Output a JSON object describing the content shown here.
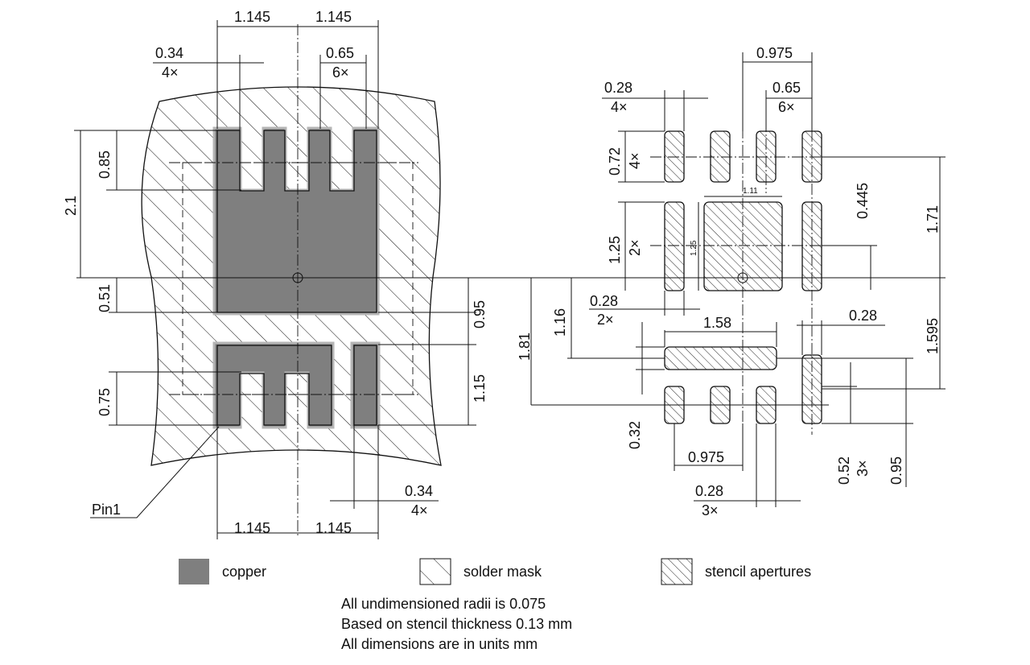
{
  "left_view": {
    "top_pitch_1": "1.145",
    "top_pitch_2": "1.145",
    "slot_width": "0.34",
    "slot_width_count": "4×",
    "slot_pitch": "0.65",
    "slot_pitch_count": "6×",
    "slot_depth": "0.85",
    "upper_height": "2.1",
    "center_offset": "0.51",
    "gap_height": "0.95",
    "lower_height": "1.15",
    "lower_slot_depth": "0.75",
    "pin1_label": "Pin1",
    "bottom_width": "0.34",
    "bottom_width_count": "4×",
    "bottom_pitch_1": "1.145",
    "bottom_pitch_2": "1.145"
  },
  "right_view": {
    "top_span": "0.975",
    "pad_width": "0.28",
    "pad_width_count": "4×",
    "pad_pitch": "0.65",
    "pad_pitch_count": "6×",
    "pad_height": "0.72",
    "pad_height_count": "4×",
    "center_pad_width": "1.11",
    "center_pad_height": "1.25",
    "offset_445": "0.445",
    "height_171": "1.71",
    "side_pad_height": "1.25",
    "side_pad_count": "2×",
    "side_pad_width": "0.28",
    "side_pad_width_count": "2×",
    "bar_length": "1.58",
    "right_pad_width": "0.28",
    "height_181": "1.81",
    "height_116": "1.16",
    "height_1595": "1.595",
    "bar_height": "0.32",
    "bottom_span": "0.975",
    "small_pad_height": "0.52",
    "small_pad_count": "3×",
    "dim_095": "0.95",
    "bottom_pad_width": "0.28",
    "bottom_pad_count": "3×"
  },
  "legend": {
    "copper": "copper",
    "solder_mask": "solder mask",
    "stencil": "stencil apertures"
  },
  "notes": {
    "line1": "All undimensioned radii is 0.075",
    "line2": "Based on stencil thickness 0.13 mm",
    "line3": "All dimensions are in units mm"
  },
  "colors": {
    "copper": "#7f7f7f",
    "copper_edge": "#b5b5b5",
    "line": "#111111"
  }
}
